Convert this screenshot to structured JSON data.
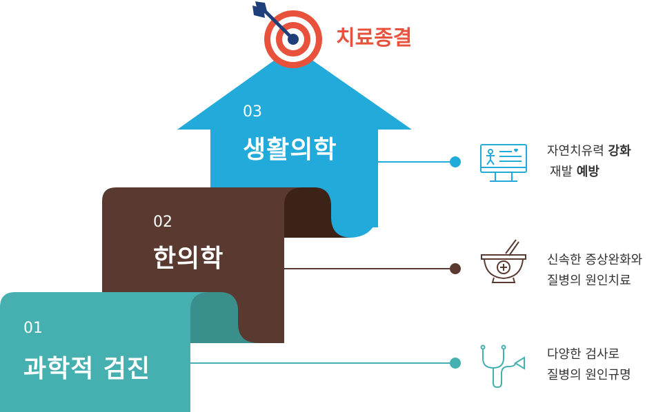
{
  "goal": {
    "label": "치료종결",
    "color": "#e8523c"
  },
  "steps": [
    {
      "number": "01",
      "title": "과학적 검진",
      "color": "#46b0b0",
      "icon": "stethoscope-icon",
      "desc_line1": "다양한 검사로",
      "desc_line2": "질병의 원인규명"
    },
    {
      "number": "02",
      "title": "한의학",
      "color": "#5a3a30",
      "icon": "mortar-pestle-icon",
      "desc_line1": "신속한 증상완화와",
      "desc_line2": "질병의 원인치료"
    },
    {
      "number": "03",
      "title": "생활의학",
      "color": "#22aadb",
      "icon": "health-monitor-icon",
      "desc_line1_a": "자연치유력 ",
      "desc_line1_b": "강화",
      "desc_line2_a": "재발 ",
      "desc_line2_b": "예방"
    }
  ]
}
